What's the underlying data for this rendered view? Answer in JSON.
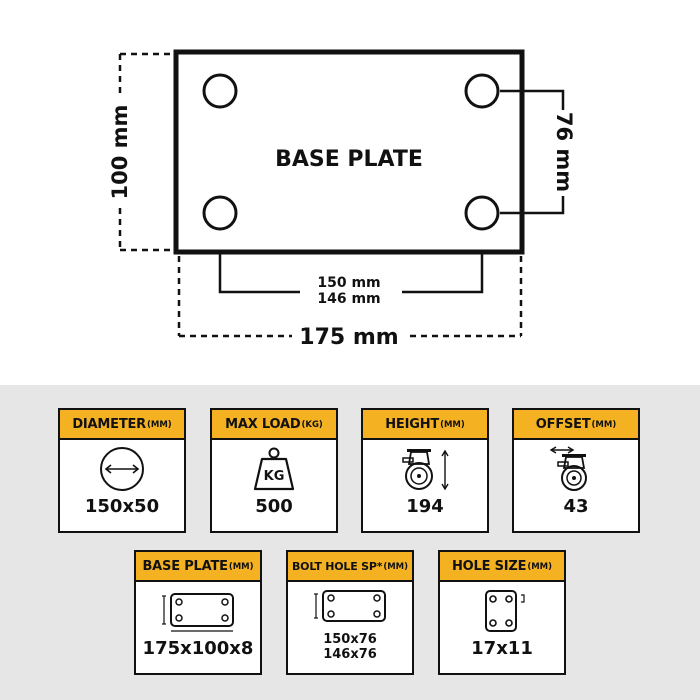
{
  "diagram": {
    "plate_label": "BASE PLATE",
    "height_label": "100 mm",
    "hole_vertical_label": "76 mm",
    "hole_spacing_a": "150 mm",
    "hole_spacing_b": "146 mm",
    "width_label": "175 mm"
  },
  "specs": {
    "diameter": {
      "title": "DIAMETER",
      "unit": "(MM)",
      "value": "150x50",
      "icon": "wheel-diameter-icon"
    },
    "max_load": {
      "title": "MAX LOAD",
      "unit": "(KG)",
      "value": "500",
      "icon": "weight-kg-icon",
      "icon_text": "KG"
    },
    "height": {
      "title": "HEIGHT",
      "unit": "(MM)",
      "value": "194",
      "icon": "castor-height-icon"
    },
    "offset": {
      "title": "OFFSET",
      "unit": "(MM)",
      "value": "43",
      "icon": "castor-offset-icon"
    },
    "base_plate": {
      "title": "BASE PLATE",
      "unit": "(MM)",
      "value": "175x100x8",
      "icon": "base-plate-icon"
    },
    "bolt_hole": {
      "title": "BOLT HOLE SP*",
      "unit": "(MM)",
      "value_1": "150x76",
      "value_2": "146x76",
      "icon": "bolt-hole-spacing-icon"
    },
    "hole_size": {
      "title": "HOLE SIZE",
      "unit": "(MM)",
      "value": "17x11",
      "icon": "hole-size-icon"
    }
  },
  "colors": {
    "accent": "#f4b223",
    "panel_bg": "#e6e6e6",
    "ink": "#111111"
  }
}
